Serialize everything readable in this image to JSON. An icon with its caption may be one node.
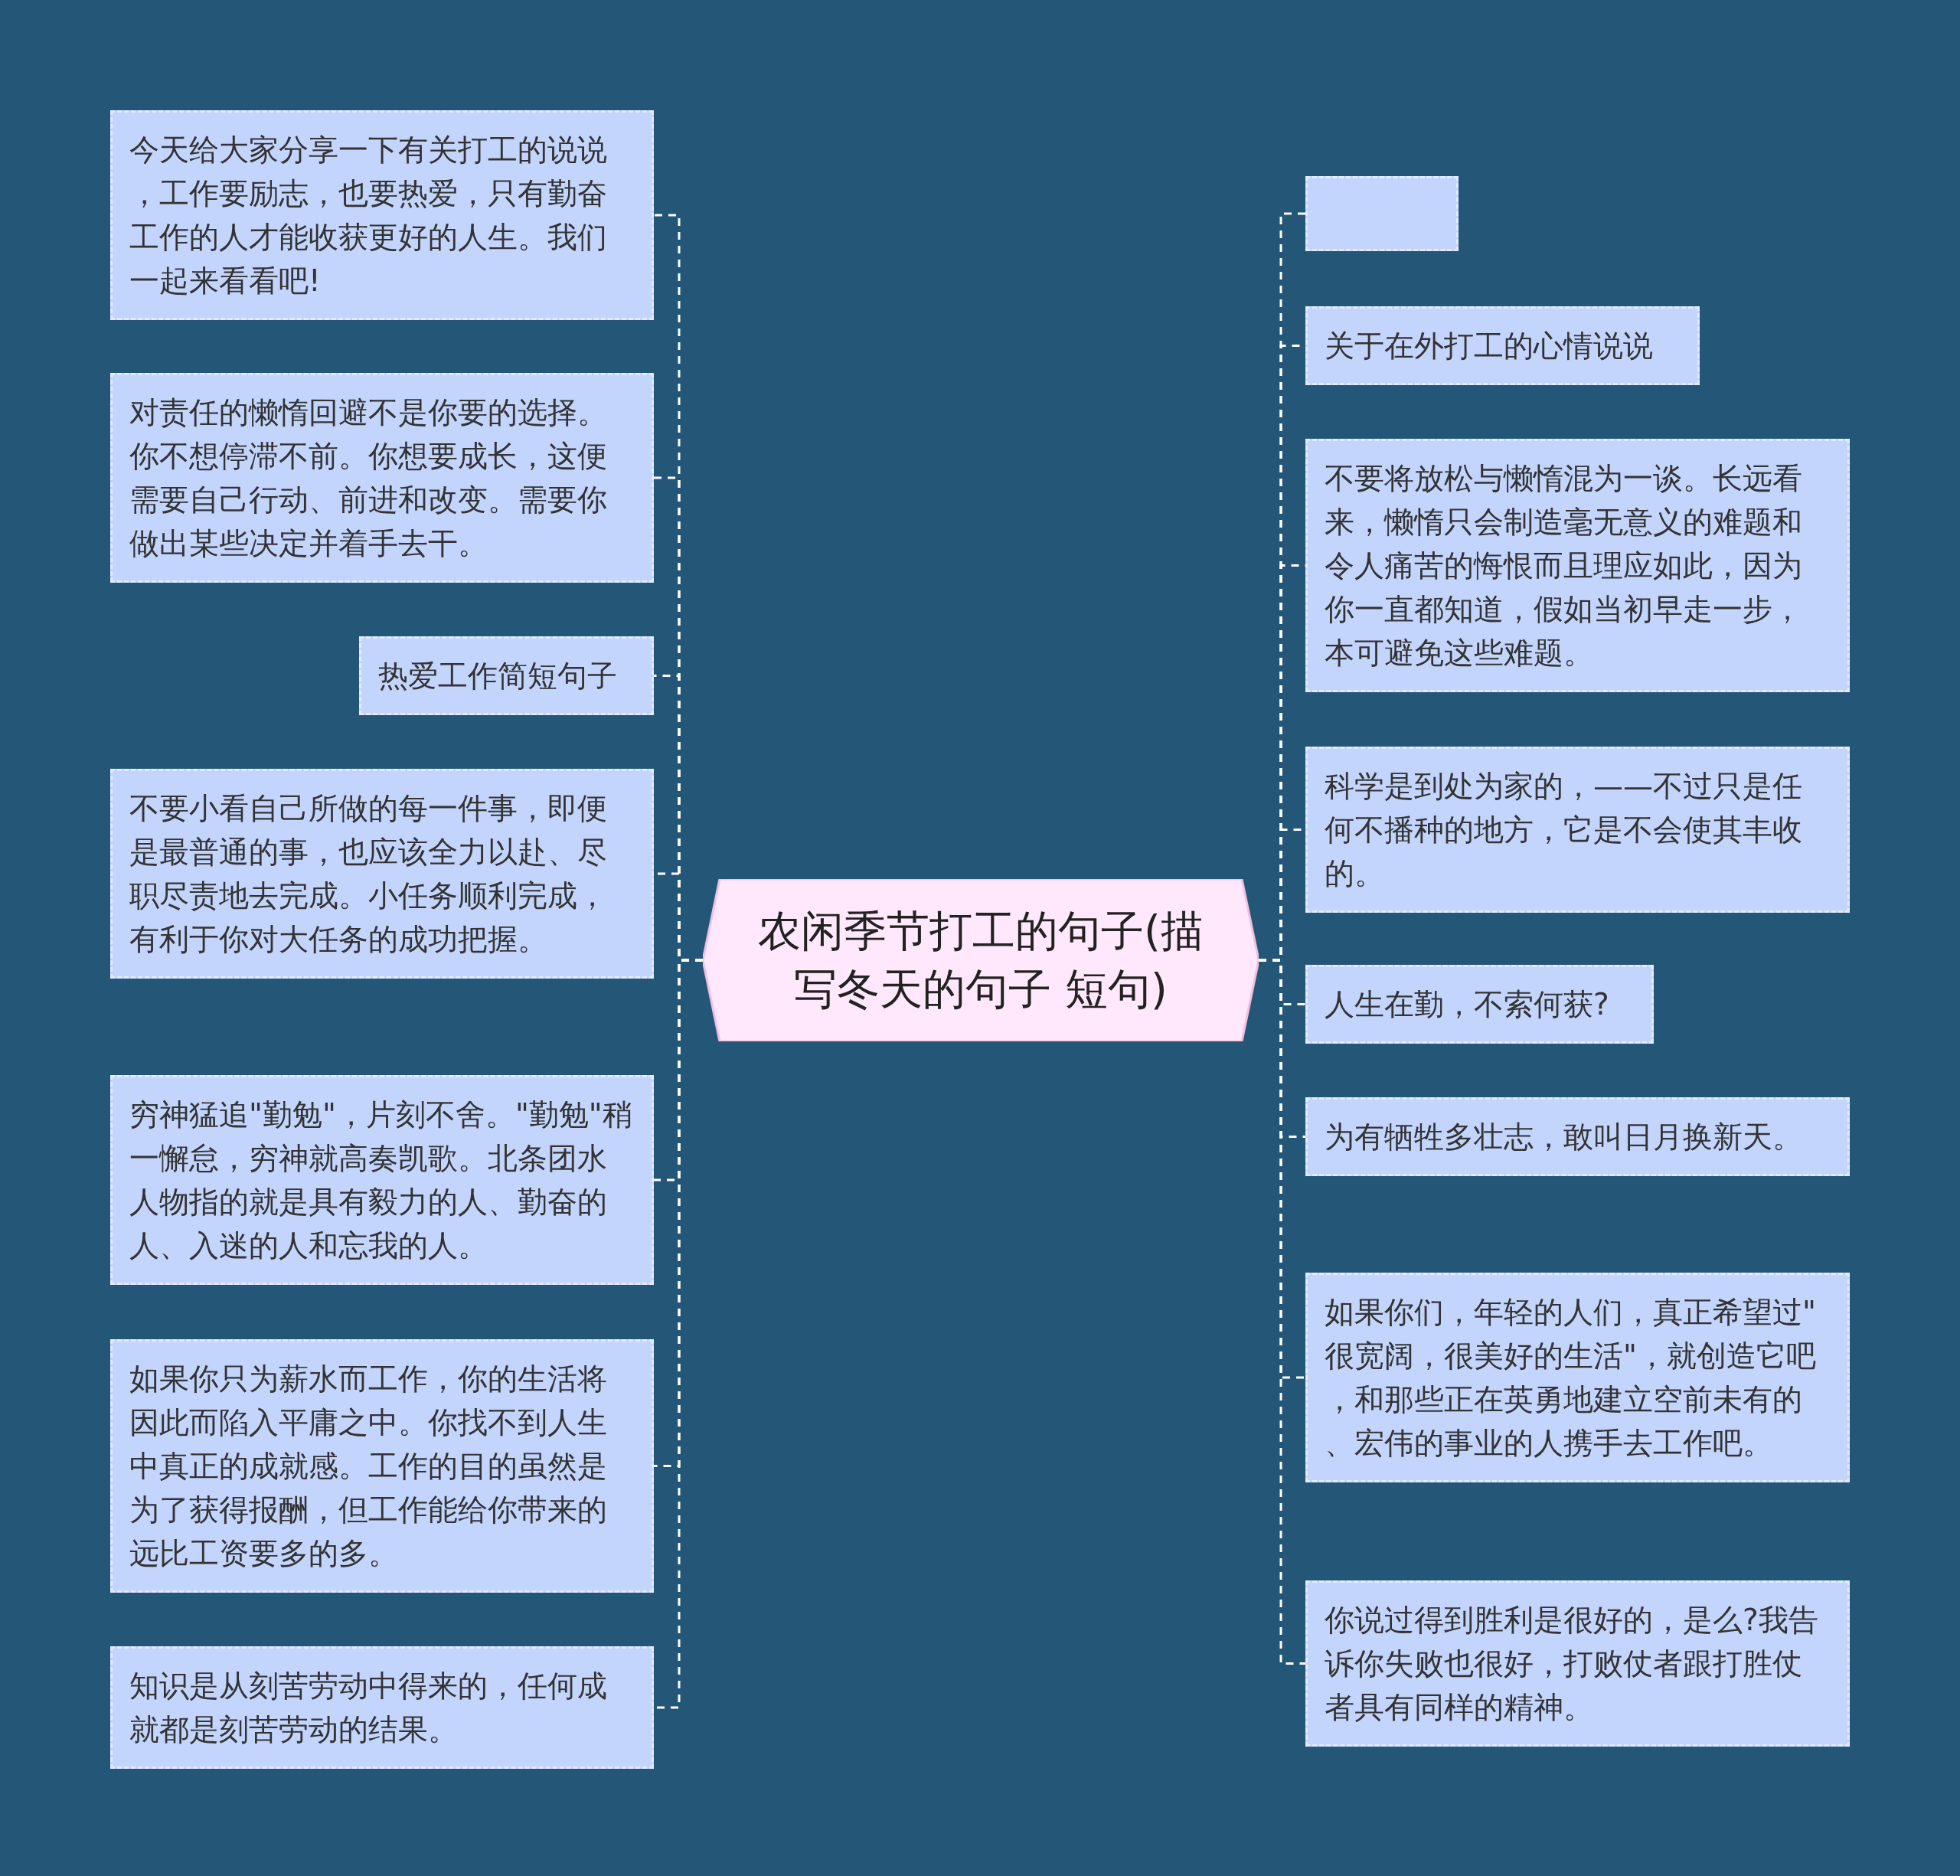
{
  "diagram": {
    "nodes": [
      {
        "text": [
          "农闲季节打工的句子(描写冬天的句子 短句)"
        ]
      },
      {
        "text": [
          "今天给大家分享一下有关打工的说说，工作要励志，也要热爱，只有勤奋工作的人才能收获更好的人生。我们一起来看看吧!"
        ]
      },
      {
        "text": [
          "对责任的懒惰回避不是你要的选择。你不想停滞不前。你想要成长，这便需要自己行动、前进和改变。需要你做出某些决定并着手去干。"
        ]
      },
      {
        "text": [
          "热爱工作简短句子"
        ]
      },
      {
        "text": [
          "不要小看自己所做的每一件事，即便是最普通的事，也应该全力以赴、尽职尽责地去完成。小任务顺利完成，有利于你对大任务的成功把握。"
        ]
      },
      {
        "text": [
          "穷神猛追\"勤勉\"，片刻不舍。\"勤勉\"稍一懈怠，穷神就高奏凯歌。北条团水人物指的就是具有毅力的人、勤奋的人、入迷的人和忘我的人。"
        ]
      },
      {
        "text": [
          "如果你只为薪水而工作，你的生活将因此而陷入平庸之中。你找不到人生中真正的成就感。工作的目的虽然是为了获得报酬，但工作能给你带来的远比工资要多的多。"
        ]
      },
      {
        "text": [
          "知识是从刻苦劳动中得来的，任何成就都是刻苦劳动的结果。"
        ]
      },
      {
        "text": [],
        "shape": "box"
      },
      {
        "text": [
          "关于在外打工的心情说说"
        ]
      },
      {
        "text": [
          "不要将放松与懒惰混为一谈。长远看来，懒惰只会制造毫无意义的难题和令人痛苦的悔恨而且理应如此，因为你一直都知道，假如当初早走一步，本可避免这些难题。"
        ]
      },
      {
        "text": [
          "科学是到处为家的，——不过只是任何不播种的地方，它是不会使其丰收的。"
        ]
      },
      {
        "text": [
          "人生在勤，不索何获?"
        ]
      },
      {
        "text": [
          "为有牺牲多壮志，敢叫日月换新天。"
        ]
      },
      {
        "text": [
          "如果你们，年轻的人们，真正希望过\"很宽阔，很美好的生活\"，就创造它吧，和那些正在英勇地建立空前未有的、宏伟的事业的人携手去工作吧。"
        ]
      },
      {
        "text": [
          "你说过得到胜利是很好的，是么?我告诉你失败也很好，打败仗者跟打胜仗者具有同样的精神。"
        ]
      }
    ],
    "edges": [
      {
        "from": 0,
        "to": 1,
        "arrow": "none"
      },
      {
        "from": 0,
        "to": 2,
        "arrow": "none"
      },
      {
        "from": 0,
        "to": 3,
        "arrow": "none"
      },
      {
        "from": 0,
        "to": 4,
        "arrow": "none"
      },
      {
        "from": 0,
        "to": 5,
        "arrow": "none"
      },
      {
        "from": 0,
        "to": 6,
        "arrow": "none"
      },
      {
        "from": 0,
        "to": 7,
        "arrow": "none"
      },
      {
        "from": 0,
        "to": 8,
        "arrow": "none"
      },
      {
        "from": 0,
        "to": 9,
        "arrow": "none"
      },
      {
        "from": 0,
        "to": 10,
        "arrow": "none"
      },
      {
        "from": 0,
        "to": 11,
        "arrow": "none"
      },
      {
        "from": 0,
        "to": 12,
        "arrow": "none"
      },
      {
        "from": 0,
        "to": 13,
        "arrow": "none"
      },
      {
        "from": 0,
        "to": 14,
        "arrow": "none"
      },
      {
        "from": 0,
        "to": 15,
        "arrow": "none"
      }
    ]
  }
}
